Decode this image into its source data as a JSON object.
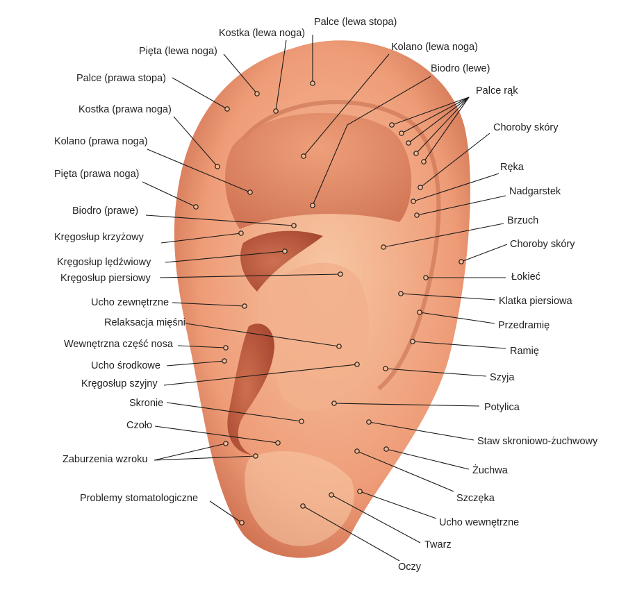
{
  "diagram": {
    "colors": {
      "skin_light": "#f7c6a3",
      "skin_mid": "#ee9c77",
      "skin_shadow": "#c9694a",
      "skin_deep": "#9e3b26",
      "line": "#1a1a1a"
    },
    "labels": [
      "Palce (lewa stopa)",
      "Kostka (lewa noga)",
      "Kolano (lewa noga)",
      "Pięta (lewa noga)",
      "Biodro (lewe)",
      "Palce (prawa stopa)",
      "Palce rąk",
      "Kostka (prawa noga)",
      "Choroby skóry",
      "Kolano (prawa noga)",
      "Ręka",
      "Pięta (prawa noga)",
      "Nadgarstek",
      "Biodro (prawe)",
      "Brzuch",
      "Kręgosłup krzyżowy",
      "Choroby skóry",
      "Kręgosłup lędźwiowy",
      "Łokieć",
      "Kręgosłup piersiowy",
      "Ucho zewnętrzne",
      "Klatka piersiowa",
      "Relaksacja mięśni",
      "Przedramię",
      "Wewnętrzna część nosa",
      "Ramię",
      "Ucho środkowe",
      "Kręgosłup szyjny",
      "Szyja",
      "Skronie",
      "Potylica",
      "Czoło",
      "Staw skroniowo-żuchwowy",
      "Zaburzenia wzroku",
      "Żuchwa",
      "Szczęka",
      "Problemy stomatologiczne",
      "Ucho wewnętrzne",
      "Twarz",
      "Oczy"
    ]
  }
}
